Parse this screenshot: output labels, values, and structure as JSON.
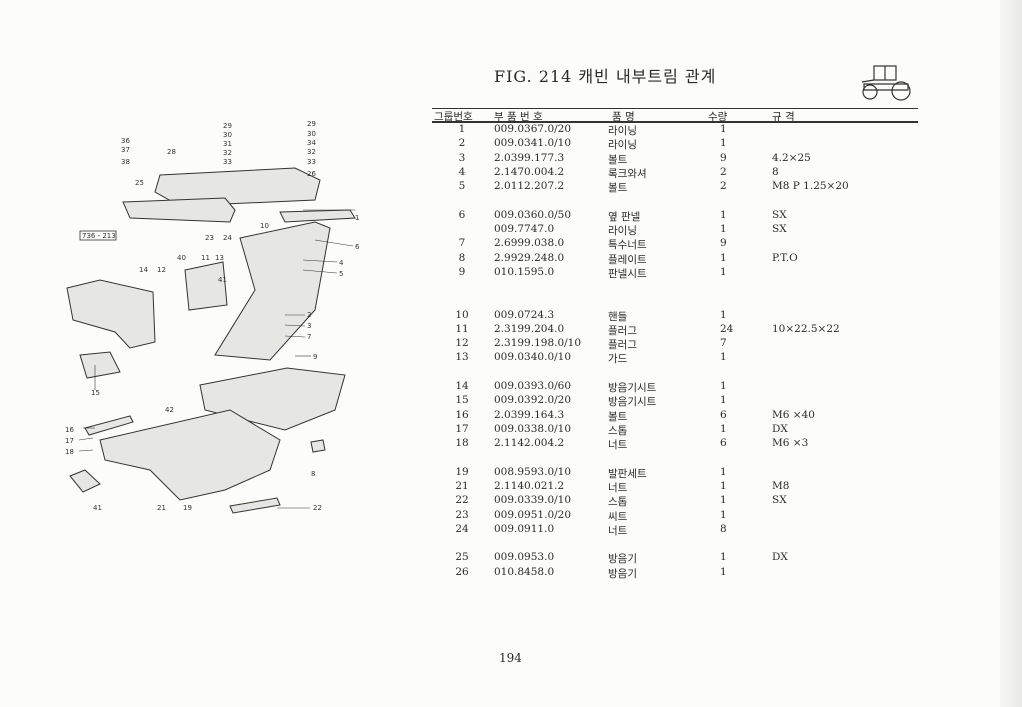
{
  "header": {
    "title": "FIG. 214 캐빈 내부트림 관계"
  },
  "table": {
    "columns": [
      "그룹번호",
      "부 품 번 호",
      "품 명",
      "수량",
      "규 격"
    ],
    "rows": [
      {
        "no": "1",
        "part": "009.0367.0/20",
        "name": "라이닝",
        "qty": "1",
        "spec": ""
      },
      {
        "no": "2",
        "part": "009.0341.0/10",
        "name": "라이닝",
        "qty": "1",
        "spec": ""
      },
      {
        "no": "3",
        "part": "2.0399.177.3",
        "name": "볼트",
        "qty": "9",
        "spec": "4.2×25"
      },
      {
        "no": "4",
        "part": "2.1470.004.2",
        "name": "록크와셔",
        "qty": "2",
        "spec": "8"
      },
      {
        "no": "5",
        "part": "2.0112.207.2",
        "name": "볼트",
        "qty": "2",
        "spec": "M8 P 1.25×20"
      },
      {
        "no": "6",
        "part": "009.0360.0/50",
        "name": "옆 판넬",
        "qty": "1",
        "spec": "SX"
      },
      {
        "no": "",
        "part": "009.7747.0",
        "name": "라이닝",
        "qty": "1",
        "spec": "SX"
      },
      {
        "no": "7",
        "part": "2.6999.038.0",
        "name": "특수너트",
        "qty": "9",
        "spec": ""
      },
      {
        "no": "8",
        "part": "2.9929.248.0",
        "name": "플레이트",
        "qty": "1",
        "spec": "P.T.O"
      },
      {
        "no": "9",
        "part": "010.1595.0",
        "name": "판넬시트",
        "qty": "1",
        "spec": ""
      },
      {
        "no": "10",
        "part": "009.0724.3",
        "name": "핸들",
        "qty": "1",
        "spec": ""
      },
      {
        "no": "11",
        "part": "2.3199.204.0",
        "name": "플러그",
        "qty": "24",
        "spec": "10×22.5×22"
      },
      {
        "no": "12",
        "part": "2.3199.198.0/10",
        "name": "플러그",
        "qty": "7",
        "spec": ""
      },
      {
        "no": "13",
        "part": "009.0340.0/10",
        "name": "가드",
        "qty": "1",
        "spec": ""
      },
      {
        "no": "14",
        "part": "009.0393.0/60",
        "name": "방음기시트",
        "qty": "1",
        "spec": ""
      },
      {
        "no": "15",
        "part": "009.0392.0/20",
        "name": "방음기시트",
        "qty": "1",
        "spec": ""
      },
      {
        "no": "16",
        "part": "2.0399.164.3",
        "name": "볼트",
        "qty": "6",
        "spec": "M6 ×40"
      },
      {
        "no": "17",
        "part": "009.0338.0/10",
        "name": "스톱",
        "qty": "1",
        "spec": "DX"
      },
      {
        "no": "18",
        "part": "2.1142.004.2",
        "name": "너트",
        "qty": "6",
        "spec": "M6 ×3"
      },
      {
        "no": "19",
        "part": "008.9593.0/10",
        "name": "발판세트",
        "qty": "1",
        "spec": ""
      },
      {
        "no": "21",
        "part": "2.1140.021.2",
        "name": "너트",
        "qty": "1",
        "spec": "M8"
      },
      {
        "no": "22",
        "part": "009.0339.0/10",
        "name": "스톱",
        "qty": "1",
        "spec": "SX"
      },
      {
        "no": "23",
        "part": "009.0951.0/20",
        "name": "씨트",
        "qty": "1",
        "spec": ""
      },
      {
        "no": "24",
        "part": "009.0911.0",
        "name": "너트",
        "qty": "8",
        "spec": ""
      },
      {
        "no": "25",
        "part": "009.0953.0",
        "name": "방음기",
        "qty": "1",
        "spec": "DX"
      },
      {
        "no": "26",
        "part": "010.8458.0",
        "name": "방음기",
        "qty": "1",
        "spec": ""
      }
    ]
  },
  "diagram": {
    "ref_box": "736 - 213",
    "labels": [
      "29",
      "30",
      "31",
      "32",
      "33",
      "29",
      "30",
      "34",
      "32",
      "33",
      "26",
      "36",
      "37",
      "28",
      "38",
      "25",
      "23",
      "24",
      "10",
      "1",
      "6",
      "4",
      "5",
      "40",
      "11",
      "13",
      "14",
      "12",
      "41",
      "2",
      "3",
      "7",
      "9",
      "15",
      "42",
      "16",
      "17",
      "18",
      "8",
      "41",
      "21",
      "19",
      "22"
    ]
  },
  "footer": {
    "page_number": "194"
  }
}
